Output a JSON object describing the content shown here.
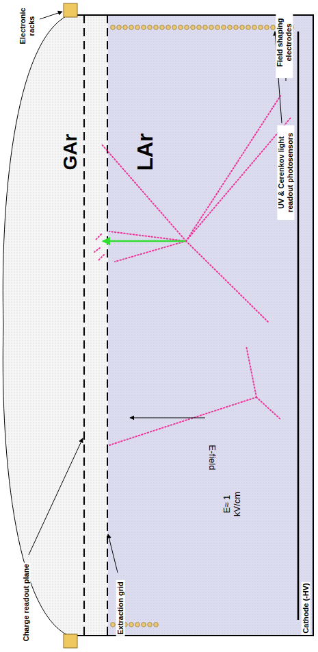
{
  "diagram": {
    "nodes": [
      {
        "text": [
          "GAr"
        ]
      },
      {
        "text": [
          "LAr"
        ]
      }
    ],
    "labels": [
      "Electronic racks",
      "Field shaping electrodes",
      "UV & Cerenkov light readout photosensors",
      "Cathode (-HV)",
      "Extraction grid",
      "Charge readout plane",
      "E-field",
      "E≈ 1 kV/cm"
    ]
  }
}
